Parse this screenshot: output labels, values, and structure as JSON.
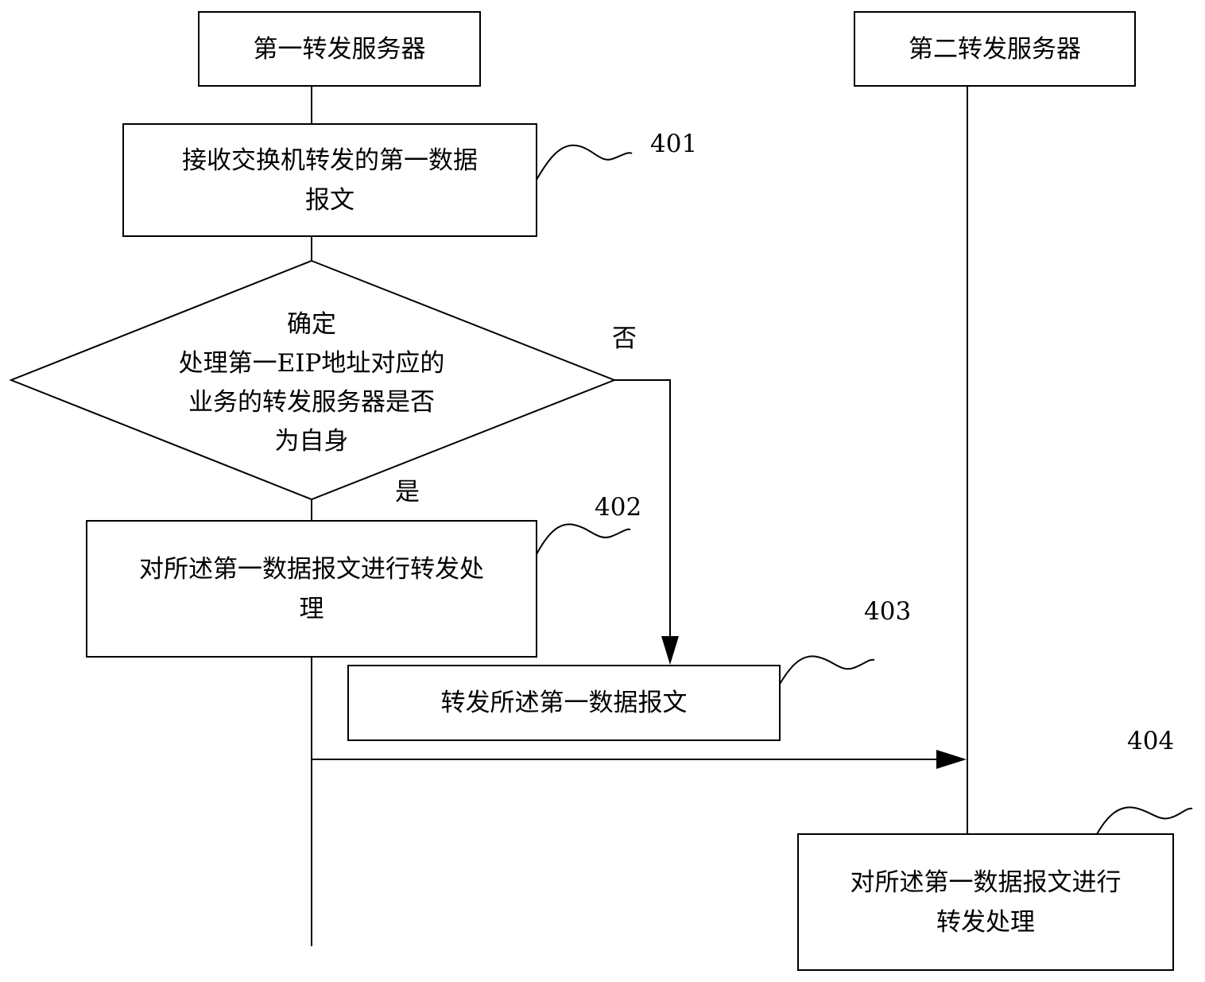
{
  "lanes": {
    "first_server": "第一转发服务器",
    "second_server": "第二转发服务器"
  },
  "steps": {
    "receive": {
      "line1": "接收交换机转发的第一数据",
      "line2": "报文",
      "ref": "401"
    },
    "decision": {
      "line1": "确定",
      "line2": "处理第一EIP地址对应的",
      "line3": "业务的转发服务器是否",
      "line4": "为自身",
      "yes": "是",
      "no": "否"
    },
    "process_local": {
      "line1": "对所述第一数据报文进行转发处",
      "line2": "理",
      "ref": "402"
    },
    "forward": {
      "text": "转发所述第一数据报文",
      "ref": "403"
    },
    "process_remote": {
      "line1": "对所述第一数据报文进行",
      "line2": "转发处理",
      "ref": "404"
    }
  }
}
